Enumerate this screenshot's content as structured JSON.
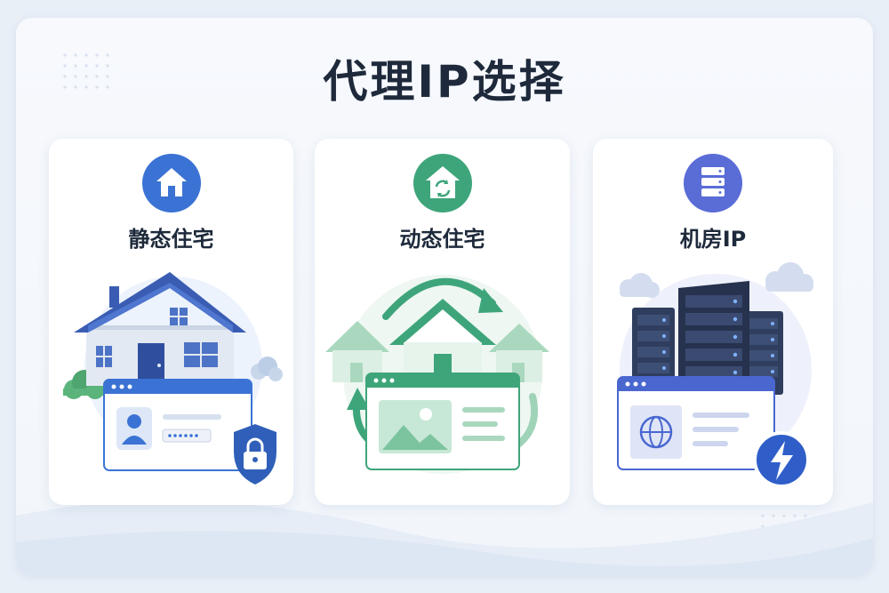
{
  "title": "代理IP选择",
  "colors": {
    "residential_static": "#3b73d4",
    "residential_dynamic": "#3ea57a",
    "datacenter": "#5a6cd6",
    "ink": "#1e2a3b"
  },
  "cards": [
    {
      "label": "静态住宅",
      "icon": "house-icon",
      "illustration": [
        "house-icon",
        "browser-window",
        "user-avatar-icon",
        "password-dots",
        "shield-lock-icon"
      ]
    },
    {
      "label": "动态住宅",
      "icon": "rotating-house-icon",
      "illustration": [
        "houses-icon",
        "rotation-arrows-icon",
        "browser-window",
        "image-placeholder-icon"
      ]
    },
    {
      "label": "机房IP",
      "icon": "server-rack-icon",
      "illustration": [
        "server-rack-icon",
        "browser-window",
        "globe-icon",
        "lightning-icon",
        "cloud-icon"
      ]
    }
  ]
}
